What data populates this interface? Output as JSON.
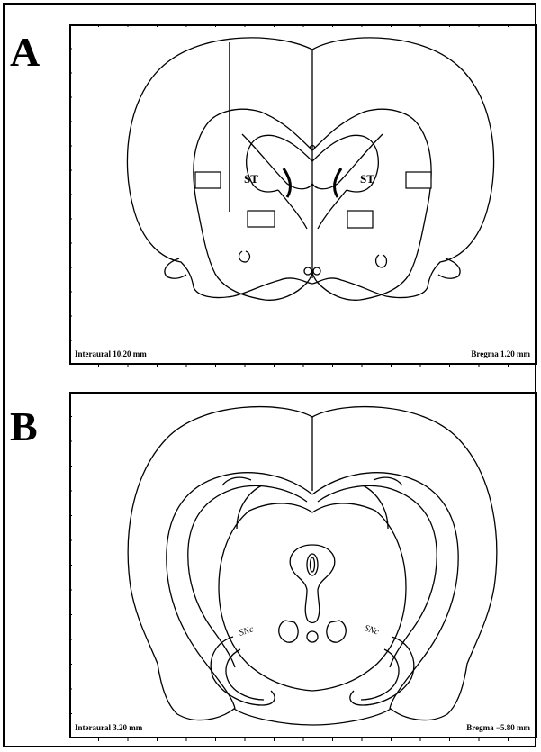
{
  "panels": [
    {
      "letter": "A",
      "interaural": "Interaural 10.20 mm",
      "bregma": "Bregma 1.20 mm",
      "region_labels": [
        "ST",
        "ST"
      ]
    },
    {
      "letter": "B",
      "interaural": "Interaural 3.20 mm",
      "bregma": "Bregma −5.80 mm",
      "region_labels": [
        "SNc",
        "SNc"
      ]
    }
  ],
  "colors": {
    "line": "#000000",
    "background": "#ffffff"
  }
}
